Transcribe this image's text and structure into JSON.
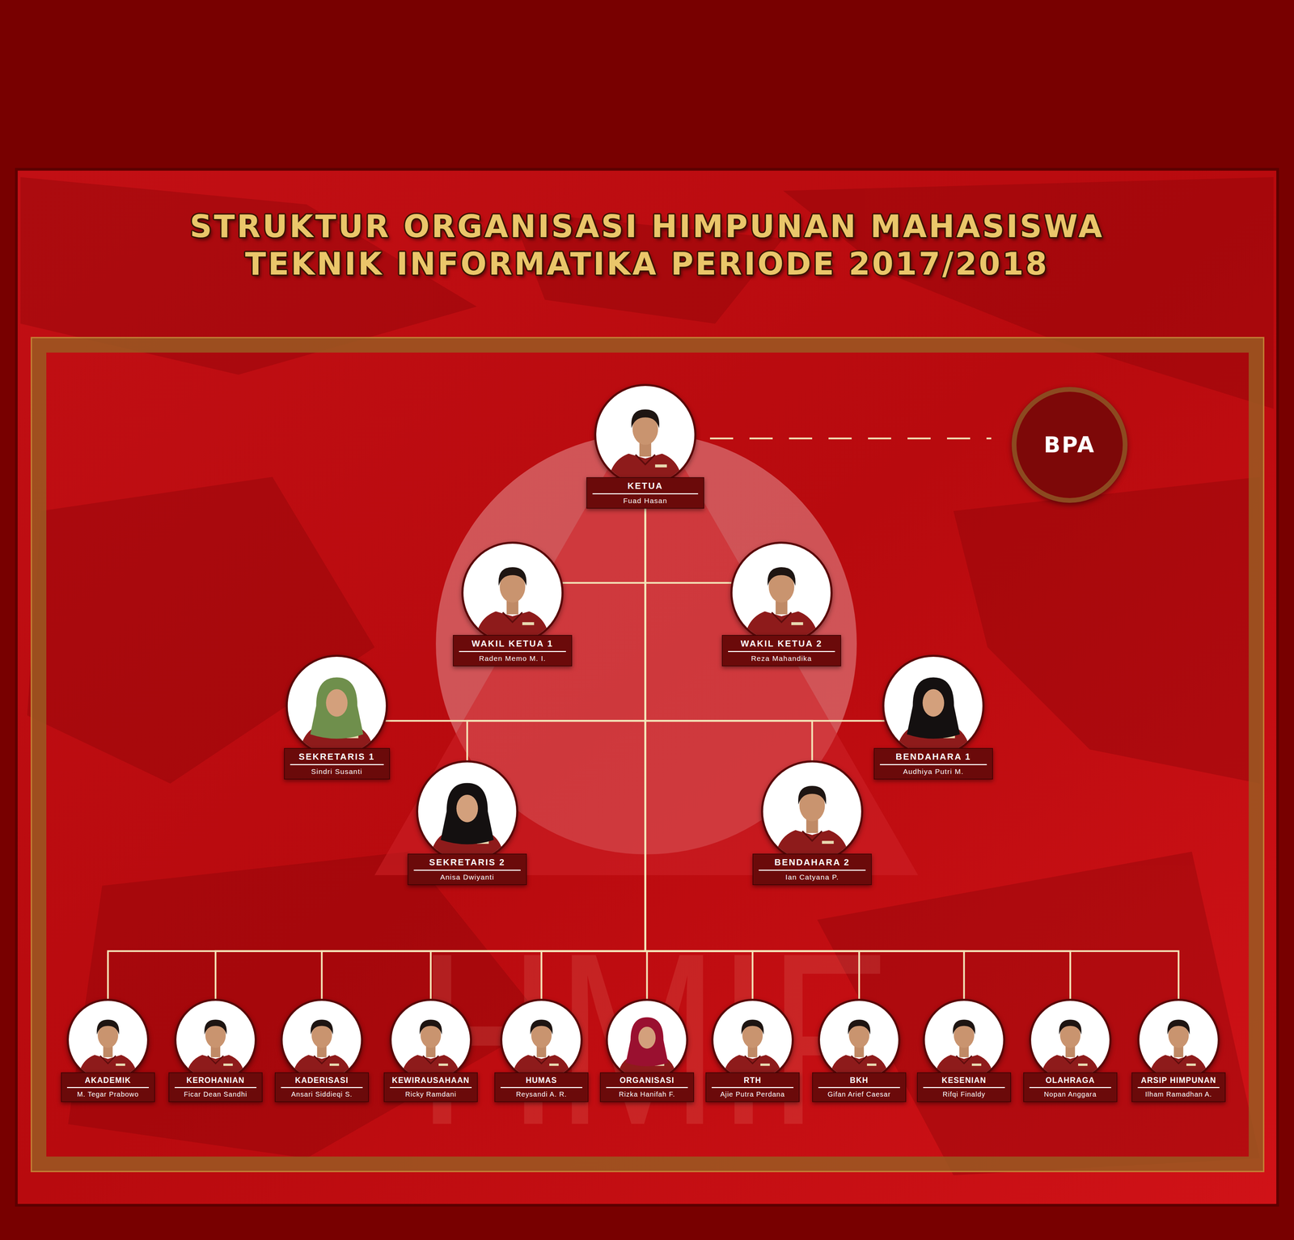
{
  "diagram": {
    "title": "STRUKTUR ORGANISASI HIMPUNAN MAHASISWA TEKNIK INFORMATIKA PERIODE 2017/2018",
    "nodes": [
      {
        "text": [
          "KETUA",
          "Fuad Hasan"
        ]
      },
      {
        "text": [
          "BPA"
        ]
      },
      {
        "text": [
          "WAKIL KETUA 1",
          "Raden Memo M. I."
        ]
      },
      {
        "text": [
          "WAKIL KETUA 2",
          "Reza Mahandika"
        ]
      },
      {
        "text": [
          "SEKRETARIS 1",
          "Sindri Susanti"
        ]
      },
      {
        "text": [
          "BENDAHARA 1",
          "Audhiya Putri M."
        ]
      },
      {
        "text": [
          "SEKRETARIS 2",
          "Anisa Dwiyanti"
        ]
      },
      {
        "text": [
          "BENDAHARA 2",
          "Ian Catyana P."
        ]
      },
      {
        "text": [
          "AKADEMIK",
          "M. Tegar Prabowo"
        ]
      },
      {
        "text": [
          "KEROHANIAN",
          "Ficar Dean Sandhi"
        ]
      },
      {
        "text": [
          "KADERISASI",
          "Ansari Siddieqi S."
        ]
      },
      {
        "text": [
          "KEWIRAUSAHAAN",
          "Ricky Ramdani"
        ]
      },
      {
        "text": [
          "HUMAS",
          "Reysandi A. R."
        ]
      },
      {
        "text": [
          "ORGANISASI",
          "Rizka Hanifah F."
        ]
      },
      {
        "text": [
          "RTH",
          "Ajie Putra Perdana"
        ]
      },
      {
        "text": [
          "BKH",
          "Gifan Arief Caesar"
        ]
      },
      {
        "text": [
          "KESENIAN",
          "Rifqi Finaldy"
        ]
      },
      {
        "text": [
          "OLAHRAGA",
          "Nopan Anggara"
        ]
      },
      {
        "text": [
          "ARSIP HIMPUNAN",
          "Ilham Ramadhan A."
        ]
      }
    ],
    "edges": [
      {
        "from": 0,
        "to": 1,
        "arrow": "none"
      },
      {
        "from": 0,
        "to": 2,
        "arrow": "none"
      },
      {
        "from": 0,
        "to": 3,
        "arrow": "none"
      },
      {
        "from": 0,
        "to": 4,
        "arrow": "none"
      },
      {
        "from": 0,
        "to": 6,
        "arrow": "none"
      },
      {
        "from": 0,
        "to": 5,
        "arrow": "none"
      },
      {
        "from": 0,
        "to": 7,
        "arrow": "none"
      },
      {
        "from": 0,
        "to": 8,
        "arrow": "none"
      },
      {
        "from": 0,
        "to": 9,
        "arrow": "none"
      },
      {
        "from": 0,
        "to": 10,
        "arrow": "none"
      },
      {
        "from": 0,
        "to": 11,
        "arrow": "none"
      },
      {
        "from": 0,
        "to": 12,
        "arrow": "none"
      },
      {
        "from": 0,
        "to": 13,
        "arrow": "none"
      },
      {
        "from": 0,
        "to": 14,
        "arrow": "none"
      },
      {
        "from": 0,
        "to": 15,
        "arrow": "none"
      },
      {
        "from": 0,
        "to": 16,
        "arrow": "none"
      },
      {
        "from": 0,
        "to": 17,
        "arrow": "none"
      },
      {
        "from": 0,
        "to": 18,
        "arrow": "none"
      }
    ],
    "labels": [
      "HMIF"
    ]
  }
}
